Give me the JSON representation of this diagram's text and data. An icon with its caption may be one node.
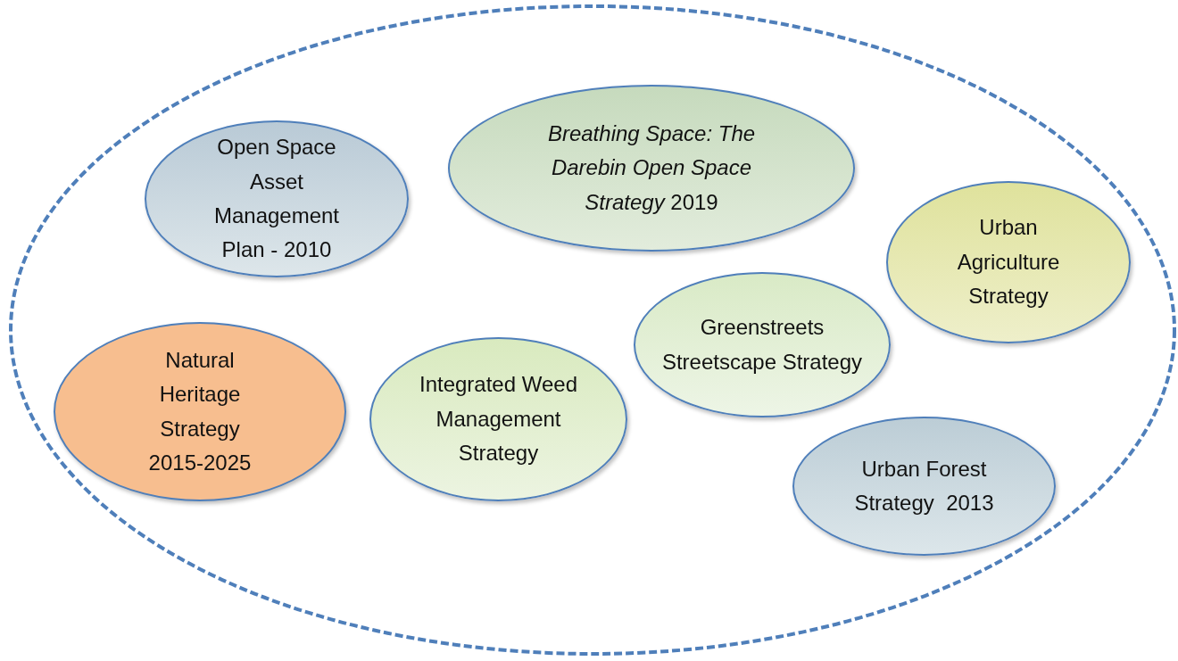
{
  "diagram": {
    "nodes": [
      {
        "text": [],
        "shape": "ellipse"
      },
      {
        "text": [
          "Open Space Asset Management Plan - 2010"
        ],
        "in": 0
      },
      {
        "text": [
          "*Breathing Space: The Darebin Open Space Strategy* 2019"
        ],
        "in": 0
      },
      {
        "text": [
          "Urban Agriculture Strategy"
        ],
        "in": 0
      },
      {
        "text": [
          "Natural Heritage Strategy 2015-2025"
        ],
        "in": 0
      },
      {
        "text": [
          "Integrated Weed Management Strategy"
        ],
        "in": 0
      },
      {
        "text": [
          "Greenstreets Streetscape Strategy"
        ],
        "in": 0
      },
      {
        "text": [
          "Urban Forest Strategy  2013"
        ],
        "in": 0
      }
    ]
  }
}
